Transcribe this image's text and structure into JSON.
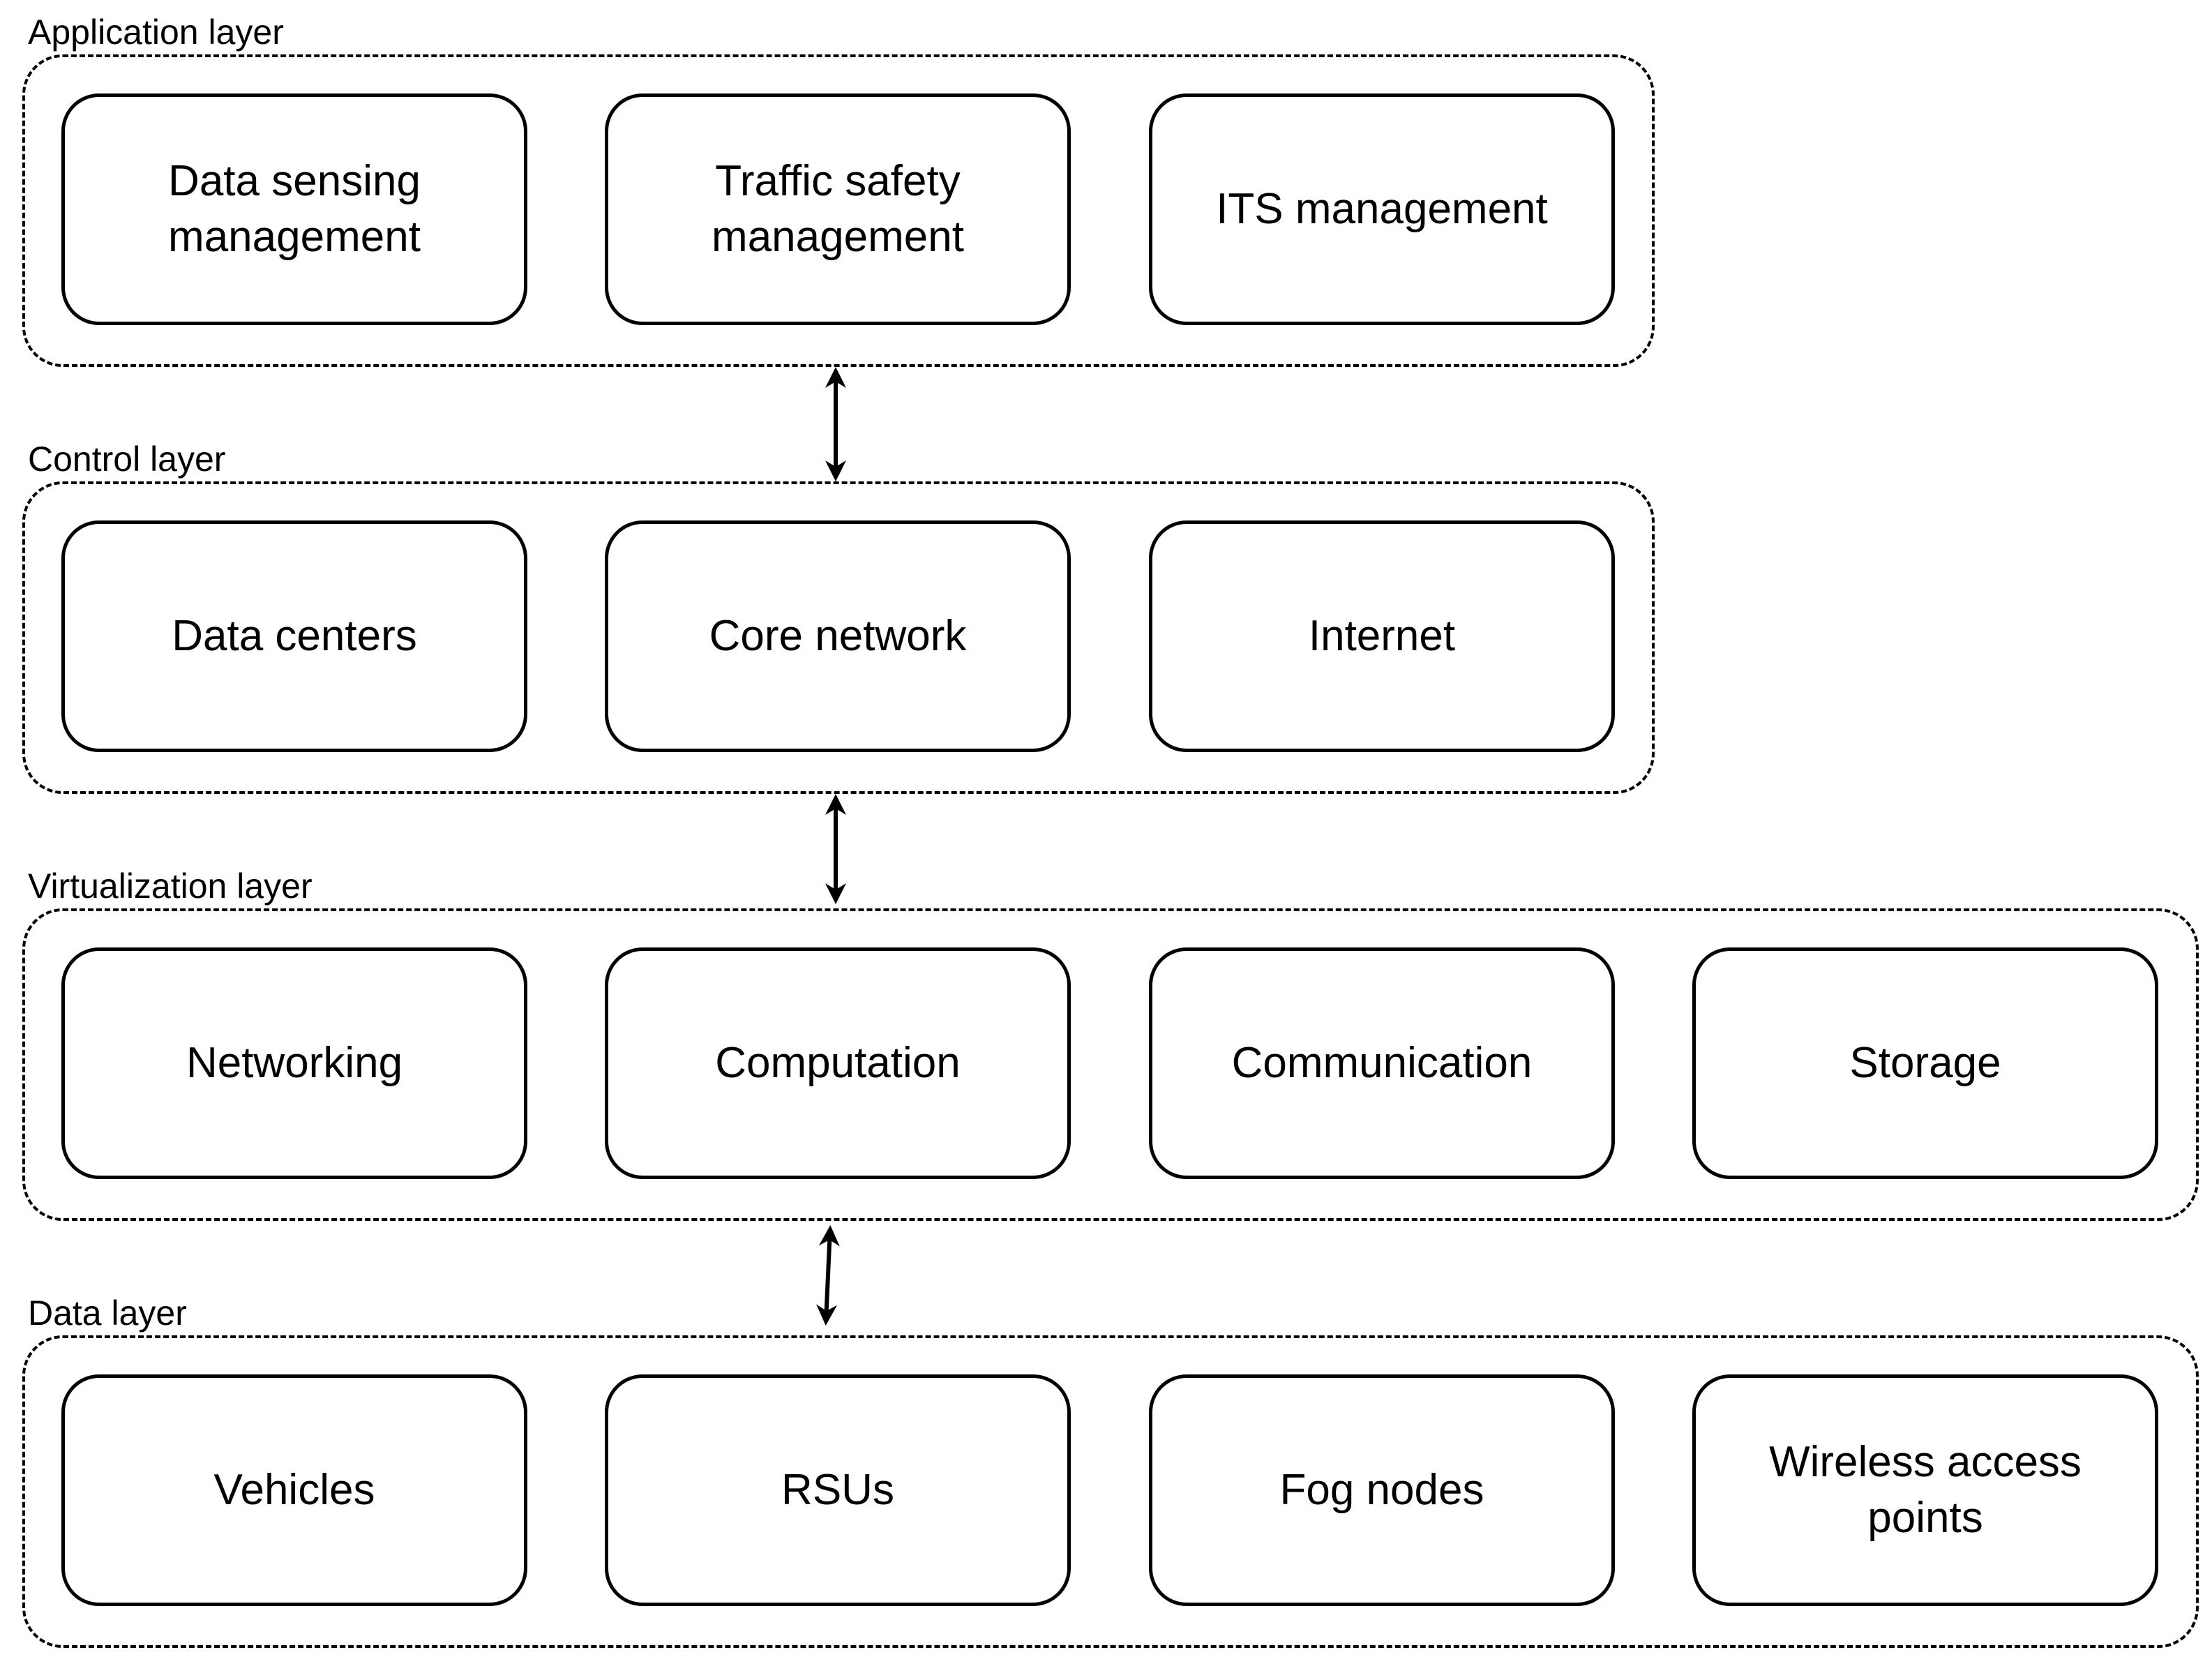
{
  "layers": [
    {
      "title": "Application layer",
      "nodes": [
        "Data sensing\nmanagement",
        "Traffic safety\nmanagement",
        "ITS management"
      ]
    },
    {
      "title": "Control layer",
      "nodes": [
        "Data centers",
        "Core network",
        "Internet"
      ]
    },
    {
      "title": "Virtualization layer",
      "nodes": [
        "Networking",
        "Computation",
        "Communication",
        "Storage"
      ]
    },
    {
      "title": "Data layer",
      "nodes": [
        "Vehicles",
        "RSUs",
        "Fog nodes",
        "Wireless access\npoints"
      ]
    }
  ],
  "colors": {
    "stroke": "#000000",
    "background": "#ffffff"
  }
}
